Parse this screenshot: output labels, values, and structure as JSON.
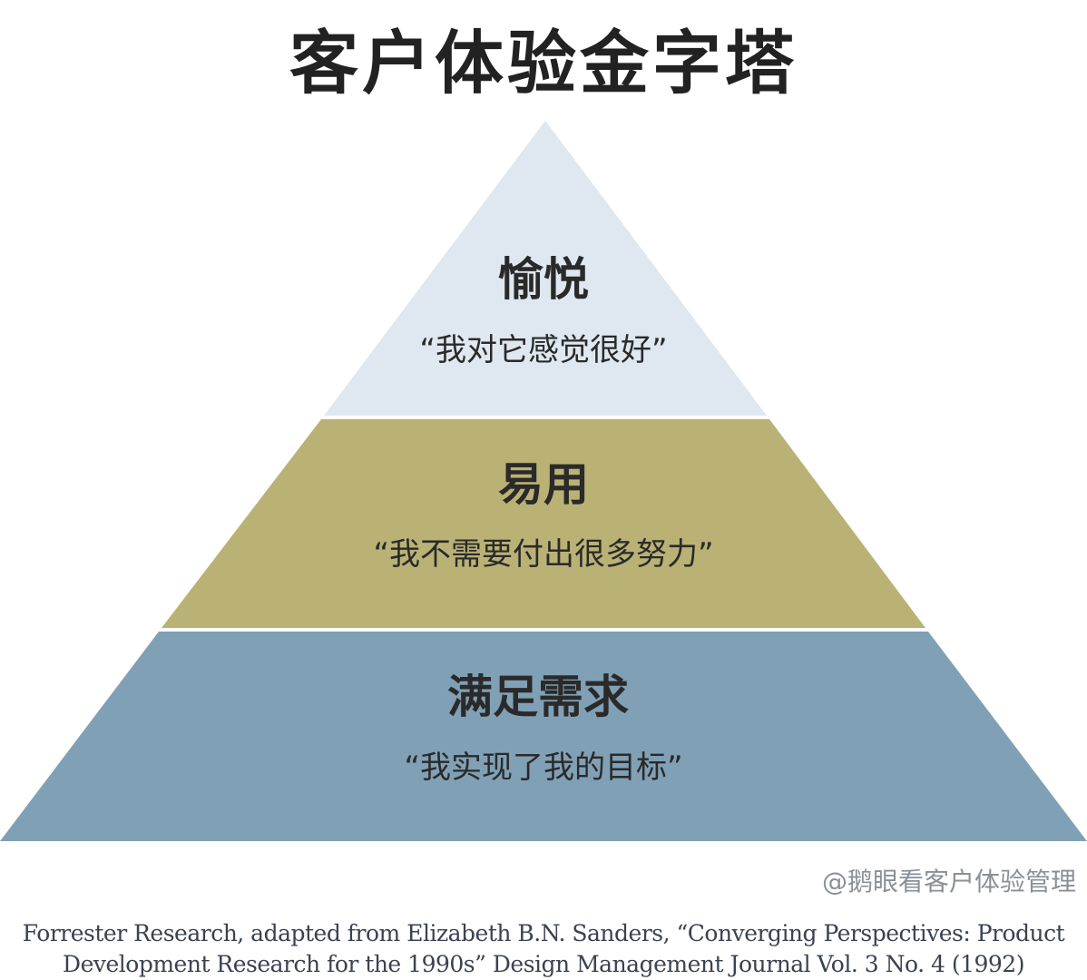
{
  "title": "客户体验金字塔",
  "levels": [
    {
      "heading": "愉悦",
      "quote": "“我对它感觉很好”",
      "color": "#dfe8f1"
    },
    {
      "heading": "易用",
      "quote": "“我不需要付出很多努力”",
      "color": "#bab274"
    },
    {
      "heading": "满足需求",
      "quote": "“我实现了我的目标”",
      "color": "#80a0b5"
    }
  ],
  "footer": {
    "line1": "Forrester Research, adapted from Elizabeth B.N. Sanders, “Converging Perspectives: Product",
    "line2": "Development Research for the 1990s” Design Management Journal Vol. 3 No. 4 (1992)"
  },
  "watermark": "@鹅眼看客户体验管理"
}
